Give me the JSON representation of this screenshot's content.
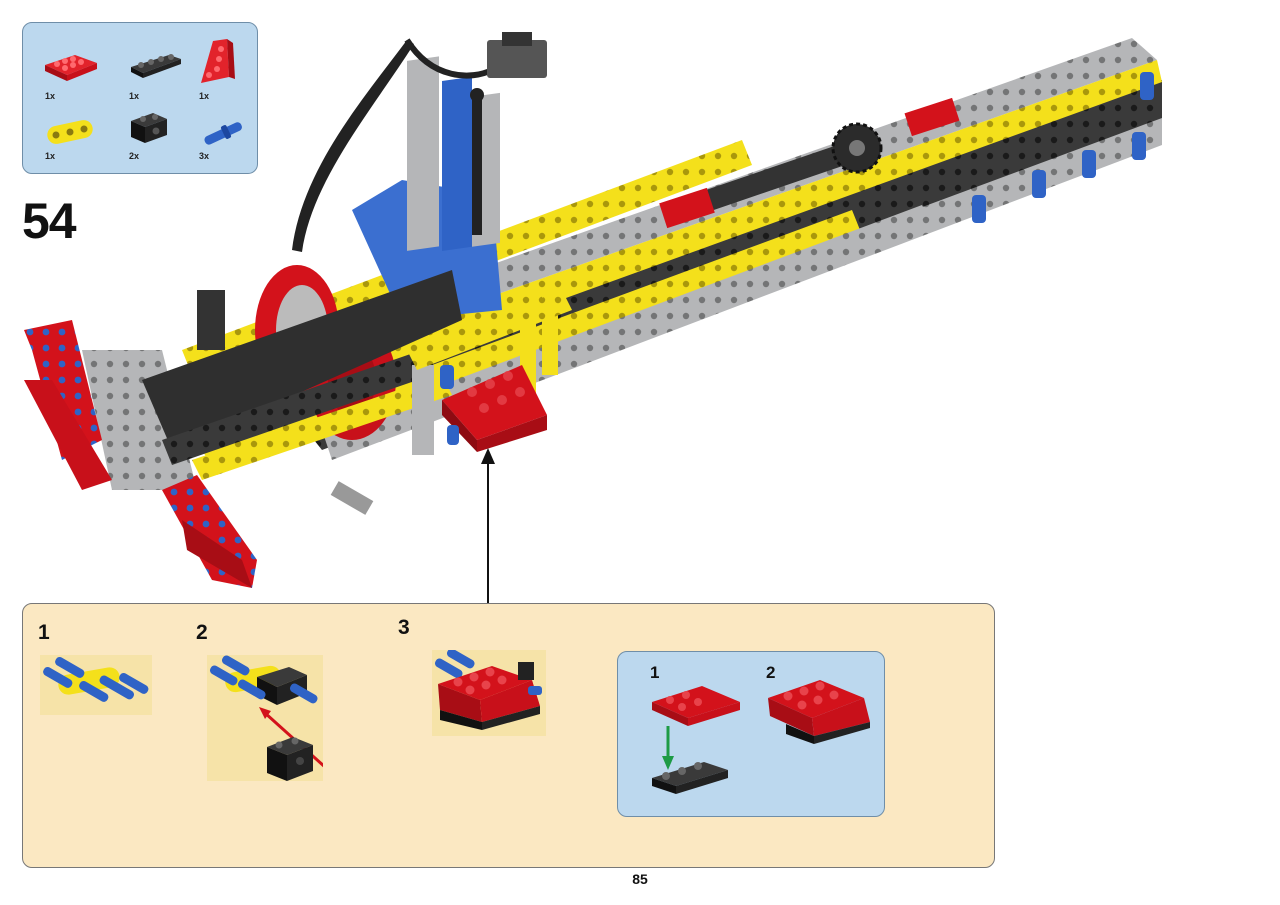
{
  "step": {
    "number": "54"
  },
  "parts_list": {
    "items": [
      {
        "icon": "red-plate-2x4-icon",
        "qty": "1x",
        "color": "#d3121b"
      },
      {
        "icon": "black-plate-1x4-icon",
        "qty": "1x",
        "color": "#222222"
      },
      {
        "icon": "red-wedge-plate-icon",
        "qty": "1x",
        "color": "#d3121b"
      },
      {
        "icon": "yellow-beam-3-icon",
        "qty": "1x",
        "color": "#f4e01b"
      },
      {
        "icon": "black-brick-1x2-icon",
        "qty": "2x",
        "color": "#222222"
      },
      {
        "icon": "blue-axle-pin-icon",
        "qty": "3x",
        "color": "#2f63c6"
      }
    ]
  },
  "subassembly": {
    "steps": [
      {
        "number": "1"
      },
      {
        "number": "2"
      },
      {
        "number": "3"
      }
    ],
    "inner_steps": [
      {
        "number": "1"
      },
      {
        "number": "2"
      }
    ]
  },
  "page": {
    "number": "85"
  },
  "colors": {
    "parts_box_bg": "#bcd8ee",
    "callout_bg": "#fbe8c2",
    "lego_yellow": "#f4e01b",
    "lego_red": "#d3121b",
    "lego_blue": "#2f63c6",
    "lego_gray": "#a8a9ab",
    "lego_black": "#222222",
    "arrow_red": "#d3121b",
    "arrow_green": "#1d9b45"
  }
}
